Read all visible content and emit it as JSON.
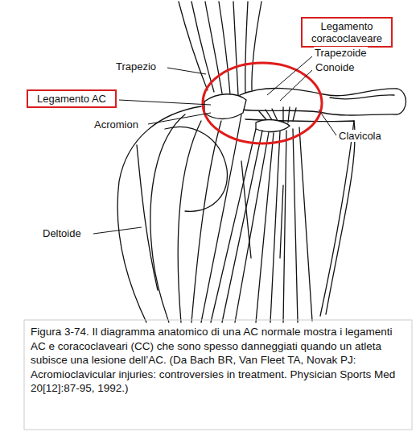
{
  "diagram": {
    "caption": "Figura 3-74. Il diagramma anatomico di una AC normale mostra i legamenti AC e coracoclaveari (CC) che sono spesso danneggiati quando un atleta subisce una lesione dell’AC. (Da Bach BR, Van Fleet TA, Novak PJ: Acromioclavicular injuries: controversies in treatment. Physician Sports Med 20[12]:87-95, 1992.)",
    "nodes": [
      {
        "text": [
          "Legamento coracoclaveare"
        ]
      },
      {
        "text": [
          "Legamento AC"
        ]
      }
    ],
    "labels": [
      "Trapezoide",
      "Trapezio",
      "Conoide",
      "Acromion",
      "Clavicola",
      "Deltoide"
    ]
  }
}
